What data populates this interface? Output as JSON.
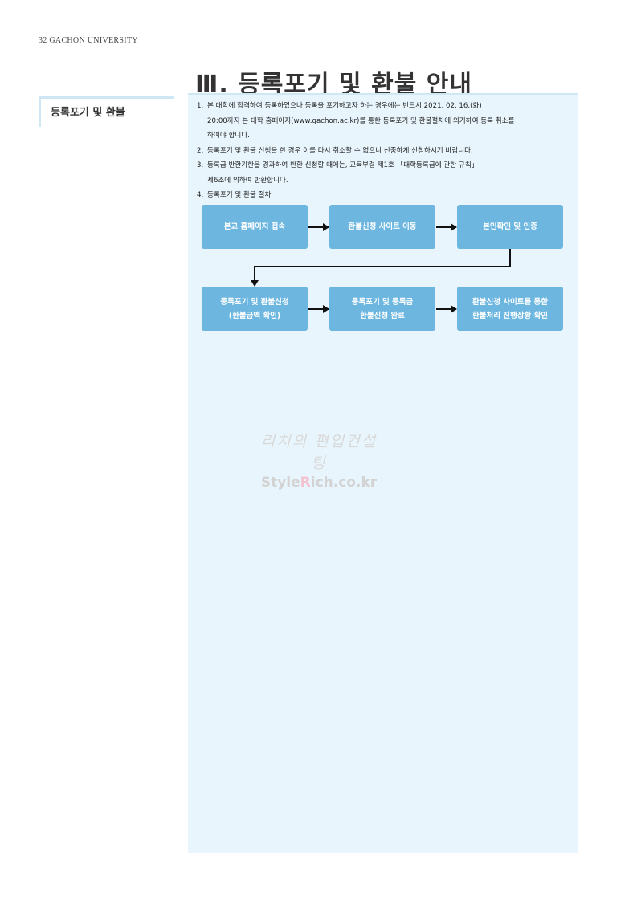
{
  "header": {
    "page_label": "32 GACHON UNIVERSITY"
  },
  "section": {
    "title": "Ⅲ. 등록포기 및 환불 안내"
  },
  "sidebar": {
    "label": "등록포기 및 환불"
  },
  "items": [
    {
      "num": "1.",
      "text": "본 대학에 합격하여 등록하였으나 등록을 포기하고자 하는 경우에는 반드시 2021. 02. 16.(화)",
      "cont": [
        "20:00까지 본 대학 홈페이지(www.gachon.ac.kr)를 통한 등록포기 및 환불절차에 의거하여 등록 취소를",
        "하여야 합니다."
      ]
    },
    {
      "num": "2.",
      "text": "등록포기 및 환불 신청을 한 경우 이를 다시 취소할 수 없으니 신중하게 신청하시기 바랍니다."
    },
    {
      "num": "3.",
      "text": "등록금 반환기한을 경과하여 반환 신청할 때에는, 교육부령 제1호 「대학등록금에 관한 규칙」",
      "cont": [
        "제6조에 의하여 반환합니다."
      ]
    },
    {
      "num": "4.",
      "text": "등록포기 및 환불 절차"
    }
  ],
  "flow": {
    "steps": [
      "본교 홈페이지 접속",
      "환불신청 사이트 이동",
      "본인확인 및 인증",
      "등록포기 및 환불신청\n(환불금액 확인)",
      "등록포기 및 등록금\n환불신청 완료",
      "환불신청 사이트를 통한\n환불처리 진행상황 확인"
    ]
  },
  "watermark": {
    "line1": "리치의 편입컨설팅",
    "brand_a": "Style",
    "brand_b": "R",
    "brand_c": "ich.co.kr"
  },
  "colors": {
    "panel_bg": "#e8f5fd",
    "box_fill": "#6cb6e0",
    "accent_rule": "#cfe7f5"
  }
}
